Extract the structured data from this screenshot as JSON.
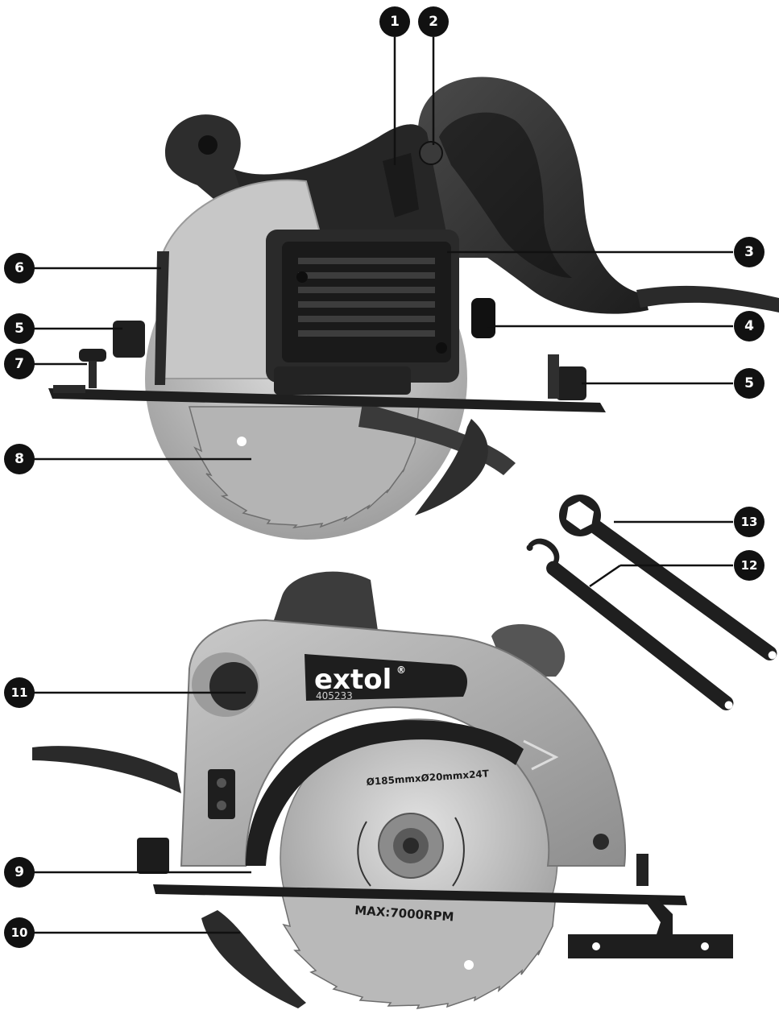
{
  "callouts": [
    {
      "id": "1",
      "label": "1"
    },
    {
      "id": "2",
      "label": "2"
    },
    {
      "id": "3",
      "label": "3"
    },
    {
      "id": "4",
      "label": "4"
    },
    {
      "id": "5a",
      "label": "5"
    },
    {
      "id": "5b",
      "label": "5"
    },
    {
      "id": "6",
      "label": "6"
    },
    {
      "id": "7",
      "label": "7"
    },
    {
      "id": "8",
      "label": "8"
    },
    {
      "id": "9",
      "label": "9"
    },
    {
      "id": "10",
      "label": "10"
    },
    {
      "id": "11",
      "label": "11"
    },
    {
      "id": "12",
      "label": "12"
    },
    {
      "id": "13",
      "label": "13"
    }
  ],
  "product": {
    "brand": "extol",
    "brand_mark": "®",
    "model": "405233",
    "blade_spec": "Ø185mmxØ20mmx24T",
    "max_rpm": "MAX:7000RPM"
  },
  "colors": {
    "callout_fill": "#111111",
    "housing_dark": "#2b2b2b",
    "housing_light": "#a8a8a8",
    "blade": "#bdbdbd"
  }
}
